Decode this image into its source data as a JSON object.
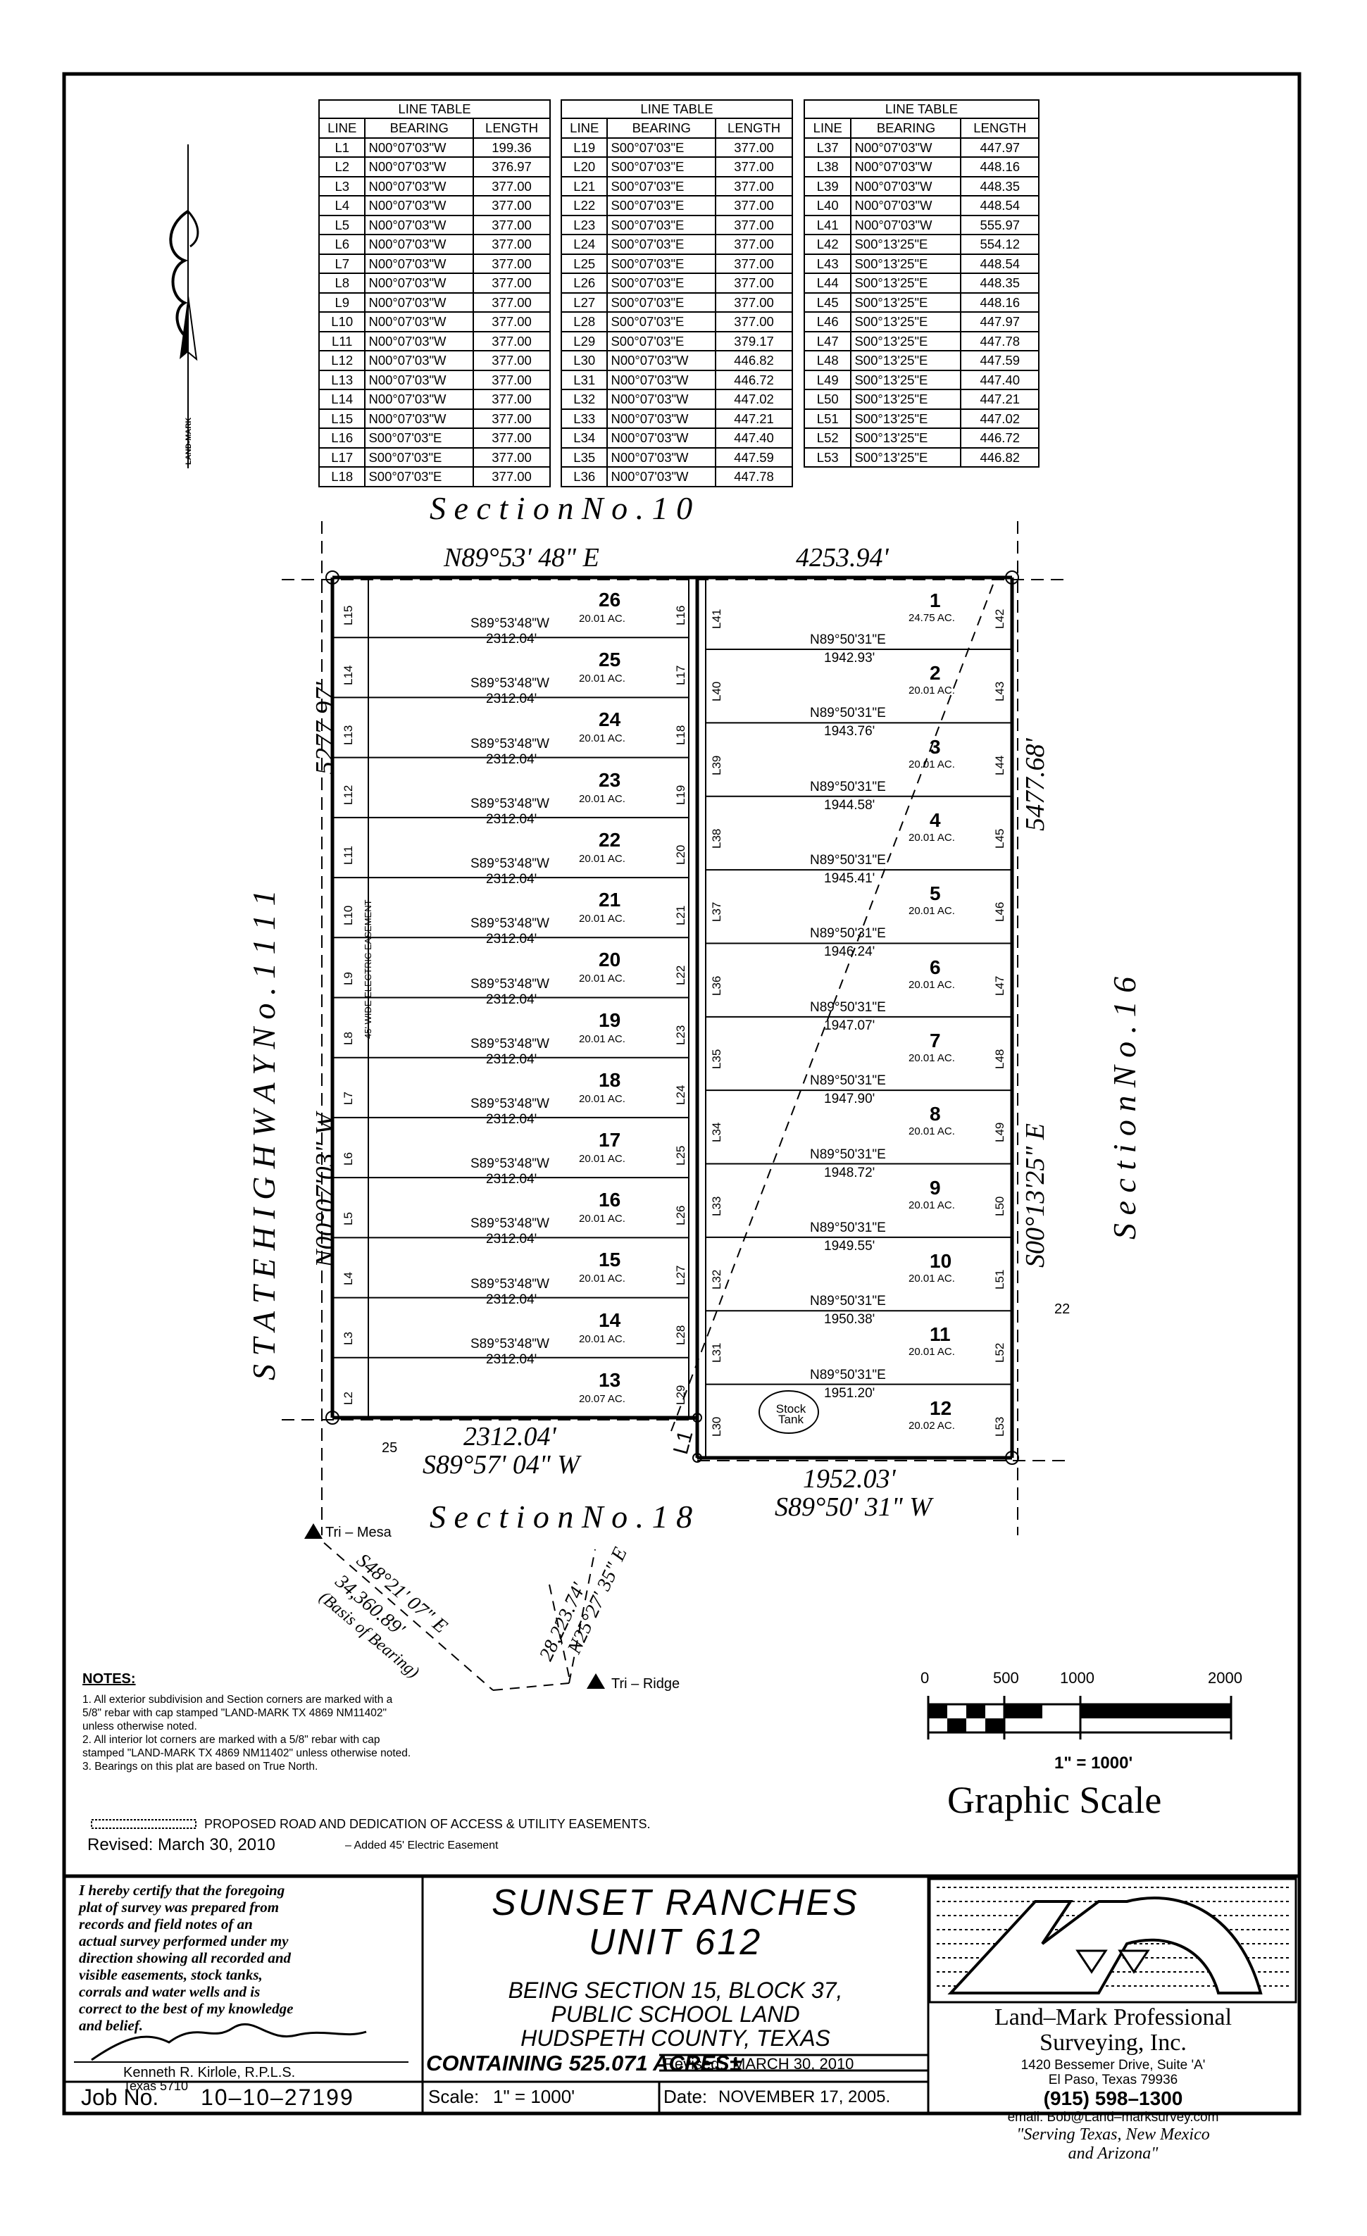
{
  "line_tables": [
    {
      "title": "LINE TABLE",
      "headers": [
        "LINE",
        "BEARING",
        "LENGTH"
      ],
      "rows": [
        [
          "L1",
          "N00°07'03\"W",
          "199.36"
        ],
        [
          "L2",
          "N00°07'03\"W",
          "376.97"
        ],
        [
          "L3",
          "N00°07'03\"W",
          "377.00"
        ],
        [
          "L4",
          "N00°07'03\"W",
          "377.00"
        ],
        [
          "L5",
          "N00°07'03\"W",
          "377.00"
        ],
        [
          "L6",
          "N00°07'03\"W",
          "377.00"
        ],
        [
          "L7",
          "N00°07'03\"W",
          "377.00"
        ],
        [
          "L8",
          "N00°07'03\"W",
          "377.00"
        ],
        [
          "L9",
          "N00°07'03\"W",
          "377.00"
        ],
        [
          "L10",
          "N00°07'03\"W",
          "377.00"
        ],
        [
          "L11",
          "N00°07'03\"W",
          "377.00"
        ],
        [
          "L12",
          "N00°07'03\"W",
          "377.00"
        ],
        [
          "L13",
          "N00°07'03\"W",
          "377.00"
        ],
        [
          "L14",
          "N00°07'03\"W",
          "377.00"
        ],
        [
          "L15",
          "N00°07'03\"W",
          "377.00"
        ],
        [
          "L16",
          "S00°07'03\"E",
          "377.00"
        ],
        [
          "L17",
          "S00°07'03\"E",
          "377.00"
        ],
        [
          "L18",
          "S00°07'03\"E",
          "377.00"
        ]
      ]
    },
    {
      "title": "LINE TABLE",
      "headers": [
        "LINE",
        "BEARING",
        "LENGTH"
      ],
      "rows": [
        [
          "L19",
          "S00°07'03\"E",
          "377.00"
        ],
        [
          "L20",
          "S00°07'03\"E",
          "377.00"
        ],
        [
          "L21",
          "S00°07'03\"E",
          "377.00"
        ],
        [
          "L22",
          "S00°07'03\"E",
          "377.00"
        ],
        [
          "L23",
          "S00°07'03\"E",
          "377.00"
        ],
        [
          "L24",
          "S00°07'03\"E",
          "377.00"
        ],
        [
          "L25",
          "S00°07'03\"E",
          "377.00"
        ],
        [
          "L26",
          "S00°07'03\"E",
          "377.00"
        ],
        [
          "L27",
          "S00°07'03\"E",
          "377.00"
        ],
        [
          "L28",
          "S00°07'03\"E",
          "377.00"
        ],
        [
          "L29",
          "S00°07'03\"E",
          "379.17"
        ],
        [
          "L30",
          "N00°07'03\"W",
          "446.82"
        ],
        [
          "L31",
          "N00°07'03\"W",
          "446.72"
        ],
        [
          "L32",
          "N00°07'03\"W",
          "447.02"
        ],
        [
          "L33",
          "N00°07'03\"W",
          "447.21"
        ],
        [
          "L34",
          "N00°07'03\"W",
          "447.40"
        ],
        [
          "L35",
          "N00°07'03\"W",
          "447.59"
        ],
        [
          "L36",
          "N00°07'03\"W",
          "447.78"
        ]
      ]
    },
    {
      "title": "LINE TABLE",
      "headers": [
        "LINE",
        "BEARING",
        "LENGTH"
      ],
      "rows": [
        [
          "L37",
          "N00°07'03\"W",
          "447.97"
        ],
        [
          "L38",
          "N00°07'03\"W",
          "448.16"
        ],
        [
          "L39",
          "N00°07'03\"W",
          "448.35"
        ],
        [
          "L40",
          "N00°07'03\"W",
          "448.54"
        ],
        [
          "L41",
          "N00°07'03\"W",
          "555.97"
        ],
        [
          "L42",
          "S00°13'25\"E",
          "554.12"
        ],
        [
          "L43",
          "S00°13'25\"E",
          "448.54"
        ],
        [
          "L44",
          "S00°13'25\"E",
          "448.35"
        ],
        [
          "L45",
          "S00°13'25\"E",
          "448.16"
        ],
        [
          "L46",
          "S00°13'25\"E",
          "447.97"
        ],
        [
          "L47",
          "S00°13'25\"E",
          "447.78"
        ],
        [
          "L48",
          "S00°13'25\"E",
          "447.59"
        ],
        [
          "L49",
          "S00°13'25\"E",
          "447.40"
        ],
        [
          "L50",
          "S00°13'25\"E",
          "447.21"
        ],
        [
          "L51",
          "S00°13'25\"E",
          "447.02"
        ],
        [
          "L52",
          "S00°13'25\"E",
          "446.72"
        ],
        [
          "L53",
          "S00°13'25\"E",
          "446.82"
        ]
      ]
    }
  ],
  "north_arrow": {
    "label": "LAND-MARK"
  },
  "plat": {
    "section_north": "S e c t i o n     N o .   1 0",
    "section_south": "S e c t i o n     N o .   1 8",
    "section_east": "S e c t i o n    N o .   1 6",
    "highway": "S T A T E    H I G H W A Y    N o .   1 1 1 1",
    "north_bearing": "N89°53' 48\" E",
    "north_length": "4253.94'",
    "west_length": "5277.97'",
    "west_bearing": "N00°07'03\" W",
    "east_length": "5477.68'",
    "east_bearing": "S00°13'25\" E",
    "south_west_length": "2312.04'",
    "south_west_bearing": "S89°57' 04\" W",
    "south_east_length": "1952.03'",
    "south_east_bearing": "S89°50' 31\" W",
    "easement_label": "45' WIDE ELECTRIC EASEMENT",
    "stock_tank": "Stock Tank",
    "label_25": "25",
    "label_22": "22",
    "tri_mesa": "Tri – Mesa",
    "tri_ridge": "Tri – Ridge",
    "basis_bearing": "S48°21' 07\" E",
    "basis_distance": "34,360.89'",
    "basis_label": "(Basis of Bearing)",
    "tie_distance": "28,223.74'",
    "tie_bearing": "N25°27' 35\" E",
    "west_lot_bearing": "S89°53'48\"W",
    "west_lot_length": "2312.04'",
    "east_lot_bearing": "N89°50'31\"E",
    "west_lots": [
      {
        "num": "26",
        "acres": "20.01 AC."
      },
      {
        "num": "25",
        "acres": "20.01 AC."
      },
      {
        "num": "24",
        "acres": "20.01 AC."
      },
      {
        "num": "23",
        "acres": "20.01 AC."
      },
      {
        "num": "22",
        "acres": "20.01 AC."
      },
      {
        "num": "21",
        "acres": "20.01 AC."
      },
      {
        "num": "20",
        "acres": "20.01 AC."
      },
      {
        "num": "19",
        "acres": "20.01 AC."
      },
      {
        "num": "18",
        "acres": "20.01 AC."
      },
      {
        "num": "17",
        "acres": "20.01 AC."
      },
      {
        "num": "16",
        "acres": "20.01 AC."
      },
      {
        "num": "15",
        "acres": "20.01 AC."
      },
      {
        "num": "14",
        "acres": "20.01 AC."
      },
      {
        "num": "13",
        "acres": "20.07 AC."
      }
    ],
    "east_lots": [
      {
        "num": "1",
        "acres": "24.75 AC."
      },
      {
        "num": "2",
        "acres": "20.01 AC."
      },
      {
        "num": "3",
        "acres": "20.01 AC."
      },
      {
        "num": "4",
        "acres": "20.01 AC."
      },
      {
        "num": "5",
        "acres": "20.01 AC."
      },
      {
        "num": "6",
        "acres": "20.01 AC."
      },
      {
        "num": "7",
        "acres": "20.01 AC."
      },
      {
        "num": "8",
        "acres": "20.01 AC."
      },
      {
        "num": "9",
        "acres": "20.01 AC."
      },
      {
        "num": "10",
        "acres": "20.01 AC."
      },
      {
        "num": "11",
        "acres": "20.01 AC."
      },
      {
        "num": "12",
        "acres": "20.02 AC."
      }
    ],
    "east_lot_lengths": [
      "1942.93'",
      "1943.76'",
      "1944.58'",
      "1945.41'",
      "1946.24'",
      "1947.07'",
      "1947.90'",
      "1948.72'",
      "1949.55'",
      "1950.38'",
      "1951.20'"
    ],
    "west_edge_labels": [
      "L15",
      "L14",
      "L13",
      "L12",
      "L11",
      "L10",
      "L9",
      "L8",
      "L7",
      "L6",
      "L5",
      "L4",
      "L3",
      "L2"
    ],
    "mid_left_labels": [
      "L16",
      "L17",
      "L18",
      "L19",
      "L20",
      "L21",
      "L22",
      "L23",
      "L24",
      "L25",
      "L26",
      "L27",
      "L28",
      "L29"
    ],
    "mid_right_labels": [
      "L41",
      "L40",
      "L39",
      "L38",
      "L37",
      "L36",
      "L35",
      "L34",
      "L33",
      "L32",
      "L31",
      "L30"
    ],
    "east_edge_labels": [
      "L42",
      "L43",
      "L44",
      "L45",
      "L46",
      "L47",
      "L48",
      "L49",
      "L50",
      "L51",
      "L52",
      "L53"
    ],
    "label_l1": "L1"
  },
  "scale": {
    "ticks": [
      "0",
      "500",
      "1000",
      "2000"
    ],
    "ratio": "1\" = 1000'",
    "title": "Graphic Scale"
  },
  "notes": {
    "title": "NOTES:",
    "items": [
      "1. All exterior subdivision and Section corners are marked with a",
      "5/8\" rebar with cap stamped \"LAND-MARK TX 4869 NM11402\"",
      "unless otherwise noted.",
      "2. All interior lot corners are marked with a 5/8\" rebar with cap",
      "stamped \"LAND-MARK TX 4869 NM11402\" unless otherwise noted.",
      "3. Bearings on this plat are based on True North."
    ],
    "legend": "PROPOSED ROAD AND DEDICATION OF ACCESS & UTILITY EASEMENTS.",
    "revised": "Revised: March 30, 2010",
    "revised_note": "– Added 45' Electric Easement"
  },
  "title_block": {
    "certification": [
      "I hereby certify that the foregoing",
      "plat of survey was prepared from",
      "records and field notes of an",
      "actual survey performed under my",
      "direction showing all recorded and",
      "visible easements, stock tanks,",
      "corrals and water wells and is",
      "correct to the best of my knowledge",
      "and belief."
    ],
    "surveyor_name": "Kenneth R. Kirlole,   R.P.L.S.",
    "surveyor_state": "Texas 5710",
    "job_label": "Job No.",
    "job_number": "10–10–27199",
    "project_line1": "SUNSET RANCHES",
    "project_line2": "UNIT 612",
    "desc_line1": "BEING SECTION 15, BLOCK 37,",
    "desc_line2": "PUBLIC SCHOOL LAND",
    "desc_line3": "HUDSPETH COUNTY, TEXAS",
    "containing": "CONTAINING  525.071 ACRES±",
    "revised_label": "Revised:",
    "revised_date": "MARCH 30, 2010",
    "scale_label": "Scale:",
    "scale_value": "1\"  =  1000'",
    "date_label": "Date:",
    "date_value": "NOVEMBER 17, 2005.",
    "company_line1": "Land–Mark Professional",
    "company_line2": "Surveying, Inc.",
    "address1": "1420 Bessemer Drive, Suite 'A'",
    "address2": "El Paso, Texas  79936",
    "phone": "(915)  598–1300",
    "email": "email: Bob@Land–marksurvey.com",
    "slogan1": "\"Serving Texas, New Mexico",
    "slogan2": "and Arizona\""
  }
}
